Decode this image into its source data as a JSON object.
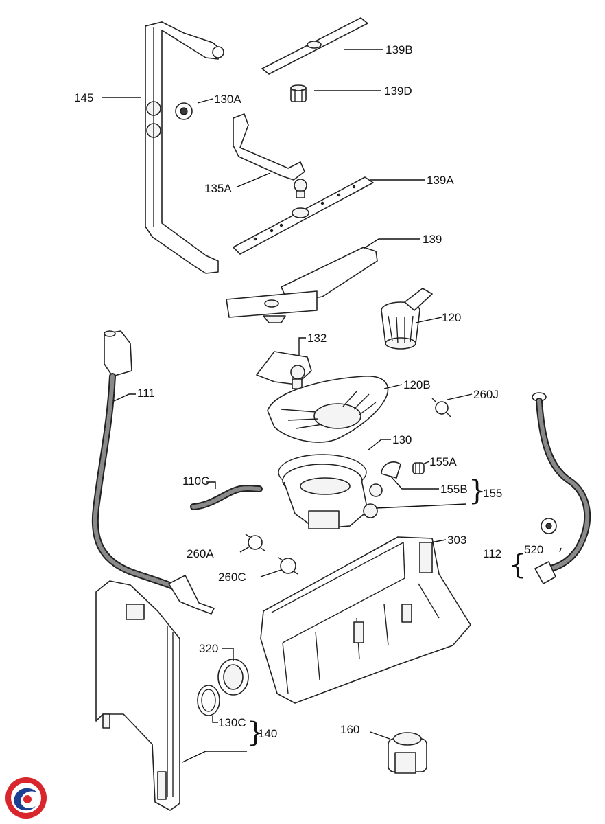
{
  "labels": {
    "p145": "145",
    "p130A": "130A",
    "p139B": "139B",
    "p139D": "139D",
    "p135A": "135A",
    "p139A": "139A",
    "p139": "139",
    "p120": "120",
    "p132": "132",
    "p111": "111",
    "p120B": "120B",
    "p260J": "260J",
    "p130": "130",
    "p155A": "155A",
    "p110C": "110C",
    "p155B": "155B",
    "p155": "155",
    "p303": "303",
    "p112": "112",
    "p520": "520",
    "p260A": "260A",
    "p260C": "260C",
    "p320": "320",
    "p130C": "130C",
    "p140": "140",
    "p160": "160"
  },
  "logo": {
    "colors": {
      "red": "#d8262c",
      "blue": "#1c3f94"
    }
  }
}
